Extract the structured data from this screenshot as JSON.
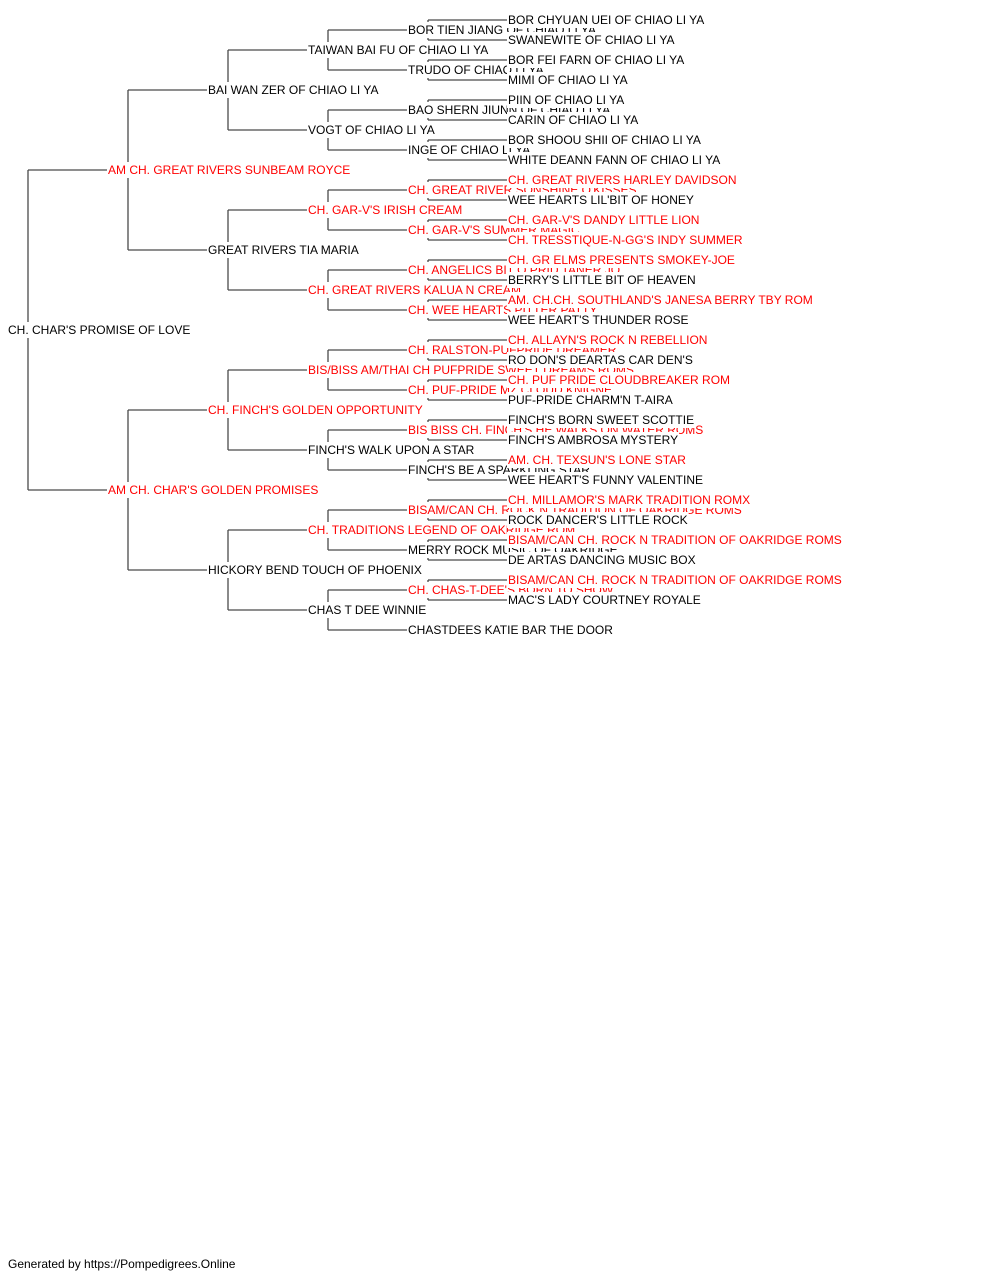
{
  "colors": {
    "champion": "#ff0000",
    "regular": "#000000",
    "line": "#4a4a4a"
  },
  "pedigree": {
    "name": "CH. CHAR'S PROMISE OF LOVE",
    "champion": false,
    "sire": {
      "name": "AM CH. GREAT RIVERS SUNBEAM ROYCE",
      "champion": true,
      "sire": {
        "name": "BAI WAN ZER OF CHIAO LI YA",
        "champion": false,
        "sire": {
          "name": "TAIWAN BAI FU OF CHIAO LI YA",
          "champion": false,
          "sire": {
            "name": "BOR TIEN JIANG OF CHIAO LI YA",
            "champion": false,
            "sire": {
              "name": "BOR CHYUAN UEI OF CHIAO LI YA",
              "champion": false
            },
            "dam": {
              "name": "SWANEWITE OF CHIAO LI YA",
              "champion": false
            }
          },
          "dam": {
            "name": "TRUDO OF CHIAO LI YA",
            "champion": false,
            "sire": {
              "name": "BOR FEI FARN OF CHIAO LI YA",
              "champion": false
            },
            "dam": {
              "name": "MIMI OF CHIAO LI YA",
              "champion": false
            }
          }
        },
        "dam": {
          "name": "VOGT OF CHIAO LI YA",
          "champion": false,
          "sire": {
            "name": "BAO SHERN JIUNN OF CHIAO LI YA",
            "champion": false,
            "sire": {
              "name": "PIIN OF CHIAO LI YA",
              "champion": false
            },
            "dam": {
              "name": "CARIN OF CHIAO LI YA",
              "champion": false
            }
          },
          "dam": {
            "name": "INGE OF CHIAO LI YA",
            "champion": false,
            "sire": {
              "name": "BOR SHOOU SHII OF CHIAO LI YA",
              "champion": false
            },
            "dam": {
              "name": "WHITE DEANN FANN OF CHIAO LI YA",
              "champion": false
            }
          }
        }
      },
      "dam": {
        "name": "GREAT RIVERS TIA MARIA",
        "champion": false,
        "sire": {
          "name": "CH. GAR-V'S IRISH CREAM",
          "champion": true,
          "sire": {
            "name": "CH. GREAT RIVER SONSHINE O'KISSES",
            "champion": true,
            "sire": {
              "name": "CH. GREAT RIVERS HARLEY DAVIDSON",
              "champion": true
            },
            "dam": {
              "name": "WEE HEARTS LIL'BIT OF HONEY",
              "champion": false
            }
          },
          "dam": {
            "name": "CH. GAR-V'S SUMMER MAGIC",
            "champion": true,
            "sire": {
              "name": "CH. GAR-V'S DANDY LITTLE LION",
              "champion": true
            },
            "dam": {
              "name": "CH. TRESSTIQUE-N-GG'S INDY SUMMER",
              "champion": true
            }
          }
        },
        "dam": {
          "name": "CH. GREAT RIVERS KALUA N CREAM",
          "champion": true,
          "sire": {
            "name": "CH. ANGELICS BIT O PRID TANER JO",
            "champion": true,
            "sire": {
              "name": "CH. GR ELMS PRESENTS SMOKEY-JOE",
              "champion": true
            },
            "dam": {
              "name": "BERRY'S LITTLE BIT OF HEAVEN",
              "champion": false
            }
          },
          "dam": {
            "name": "CH. WEE HEARTS PITTER PATTY",
            "champion": true,
            "sire": {
              "name": "AM. CH.CH. SOUTHLAND'S JANESA BERRY TBY ROM",
              "champion": true
            },
            "dam": {
              "name": "WEE HEART'S THUNDER ROSE",
              "champion": false
            }
          }
        }
      }
    },
    "dam": {
      "name": "AM CH. CHAR'S GOLDEN PROMISES",
      "champion": true,
      "sire": {
        "name": "CH. FINCH'S GOLDEN OPPORTUNITY",
        "champion": true,
        "sire": {
          "name": "BIS/BISS AM/THAI CH PUFPRIDE SWEET DREAMS ROMS",
          "champion": true,
          "sire": {
            "name": "CH. RALSTON-PUFPRIDE DREAMER",
            "champion": true,
            "sire": {
              "name": "CH. ALLAYN'S ROCK N REBELLION",
              "champion": true
            },
            "dam": {
              "name": "RO DON'S DEARTAS CAR DEN'S",
              "champion": false
            }
          },
          "dam": {
            "name": "CH. PUF-PRIDE MZ CLOUD KNIGNE",
            "champion": true,
            "sire": {
              "name": "CH. PUF PRIDE CLOUDBREAKER ROM",
              "champion": true
            },
            "dam": {
              "name": "PUF-PRIDE CHARM'N T-AIRA",
              "champion": false
            }
          }
        },
        "dam": {
          "name": "FINCH'S WALK UPON A STAR",
          "champion": false,
          "sire": {
            "name": "BIS BISS CH. FINCH'S HE WALKS ON WATER ROMS",
            "champion": true,
            "sire": {
              "name": "FINCH'S BORN SWEET SCOTTIE",
              "champion": false
            },
            "dam": {
              "name": "FINCH'S AMBROSA MYSTERY",
              "champion": false
            }
          },
          "dam": {
            "name": "FINCH'S BE A SPARKLING STAR",
            "champion": false,
            "sire": {
              "name": "AM. CH. TEXSUN'S LONE STAR",
              "champion": true
            },
            "dam": {
              "name": "WEE HEART'S FUNNY VALENTINE",
              "champion": false
            }
          }
        }
      },
      "dam": {
        "name": "HICKORY BEND TOUCH OF PHOENIX",
        "champion": false,
        "sire": {
          "name": "CH. TRADITIONS LEGEND OF OAKRIDGE ROM",
          "champion": true,
          "sire": {
            "name": "BISAM/CAN CH. ROCK N TRADITION OF OAKRIDGE ROMS",
            "champion": true,
            "sire": {
              "name": "CH. MILLAMOR'S MARK TRADITION ROMX",
              "champion": true
            },
            "dam": {
              "name": "ROCK DANCER'S LITTLE ROCK",
              "champion": false
            }
          },
          "dam": {
            "name": "MERRY ROCK MUSIC OF OAKRIDGE",
            "champion": false,
            "sire": {
              "name": "BISAM/CAN CH. ROCK N TRADITION OF OAKRIDGE ROMS",
              "champion": true
            },
            "dam": {
              "name": "DE ARTAS DANCING MUSIC BOX",
              "champion": false
            }
          }
        },
        "dam": {
          "name": "CHAS T DEE WINNIE",
          "champion": false,
          "sire": {
            "name": "CH. CHAS-T-DEE'S BORN TO SHOW",
            "champion": true,
            "sire": {
              "name": "BISAM/CAN CH. ROCK N TRADITION OF OAKRIDGE ROMS",
              "champion": true
            },
            "dam": {
              "name": "MAC'S LADY COURTNEY ROYALE",
              "champion": false
            }
          },
          "dam": {
            "name": "CHASTDEES KATIE BAR THE DOOR",
            "champion": false
          }
        }
      }
    }
  },
  "footer": {
    "text": "Generated by https://Pompedigrees.Online"
  }
}
